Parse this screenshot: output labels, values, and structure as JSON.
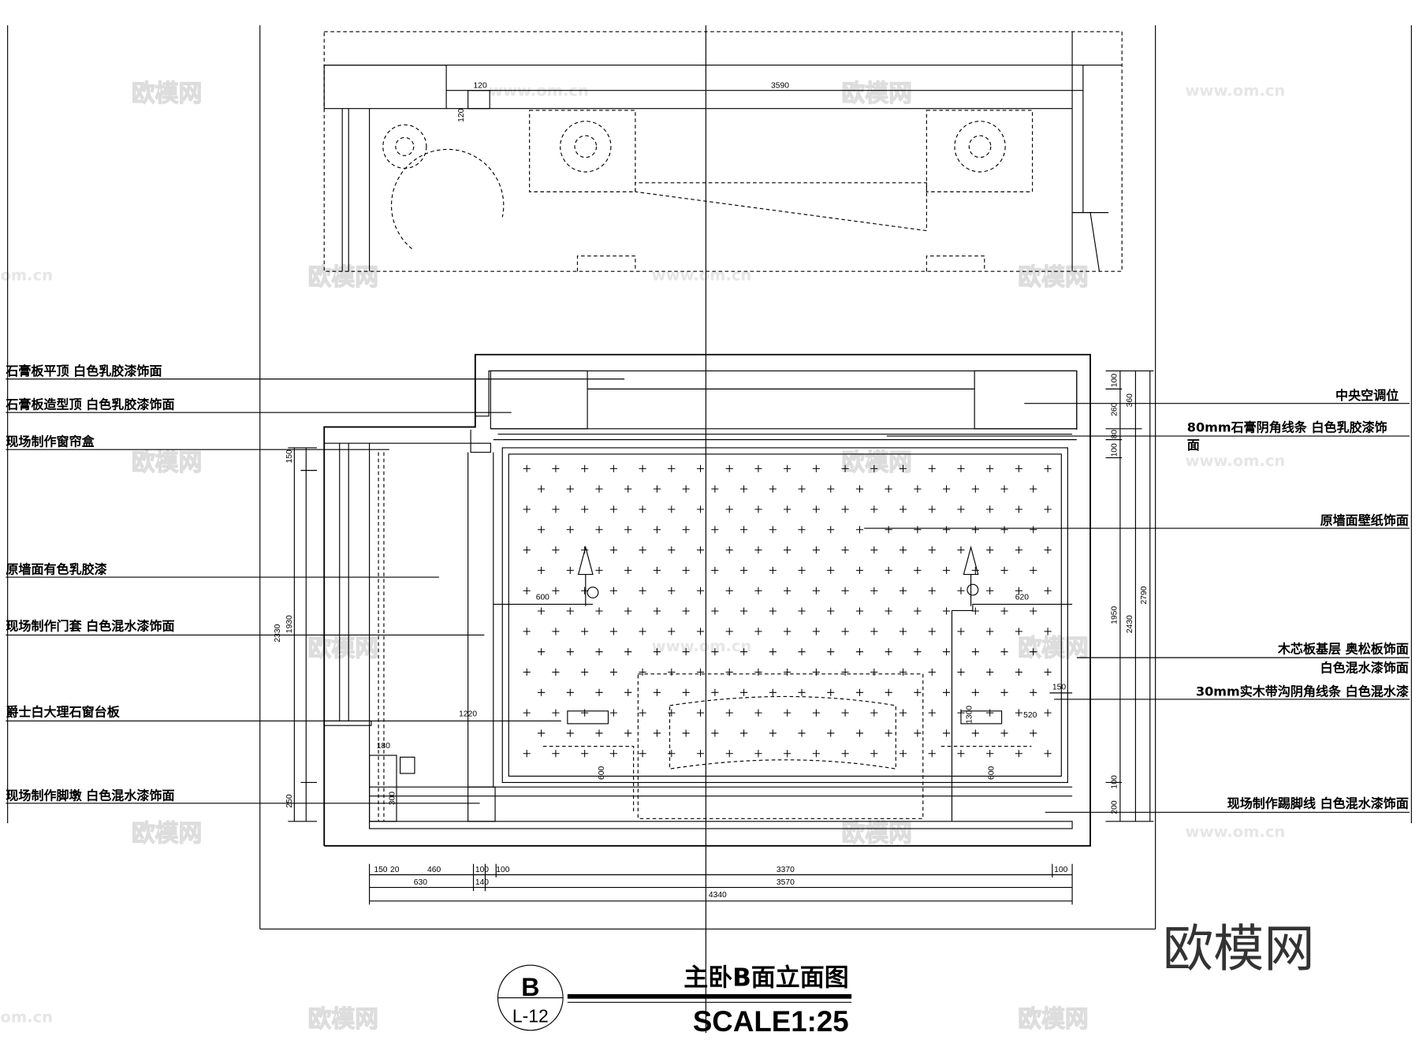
{
  "drawing": {
    "title": "主卧B面立面图",
    "scale": "SCALE1:25",
    "section_mark": {
      "letter": "B",
      "sheet": "L-12"
    }
  },
  "left_labels": [
    "石膏板平顶 白色乳胶漆饰面",
    "石膏板造型顶 白色乳胶漆饰面",
    "现场制作窗帘盒",
    "原墙面有色乳胶漆",
    "现场制作门套 白色混水漆饰面",
    "爵士白大理石窗台板",
    "现场制作脚墩 白色混水漆饰面"
  ],
  "right_labels": [
    "中央空调位",
    "80mm石膏阴角线条 白色乳胶漆饰",
    "面",
    "原墙面壁纸饰面",
    "木芯板基层 奥松板饰面",
    "白色混水漆饰面",
    "30mm实木带沟阴角线条 白色混水漆",
    "现场制作踢脚线 白色混水漆饰面"
  ],
  "dimensions": {
    "plan": [
      "120",
      "3590",
      "120"
    ],
    "left_vertical": [
      "150",
      "1930",
      "2330",
      "250"
    ],
    "right_vertical": [
      "100",
      "260",
      "360",
      "80",
      "100",
      "1950",
      "2430",
      "2790",
      "100",
      "200"
    ],
    "inner": [
      "600",
      "620",
      "1220",
      "1300",
      "180",
      "520",
      "150",
      "300",
      "600",
      "600"
    ],
    "bottom_row1": [
      "150",
      "20",
      "460",
      "100",
      "100",
      "3370",
      "100"
    ],
    "bottom_row2": [
      "630",
      "140",
      "3570"
    ],
    "bottom_row3": [
      "4340"
    ]
  },
  "watermarks": {
    "brand": "欧模网",
    "url": "www.om.cn",
    "url_short": "om.cn"
  }
}
